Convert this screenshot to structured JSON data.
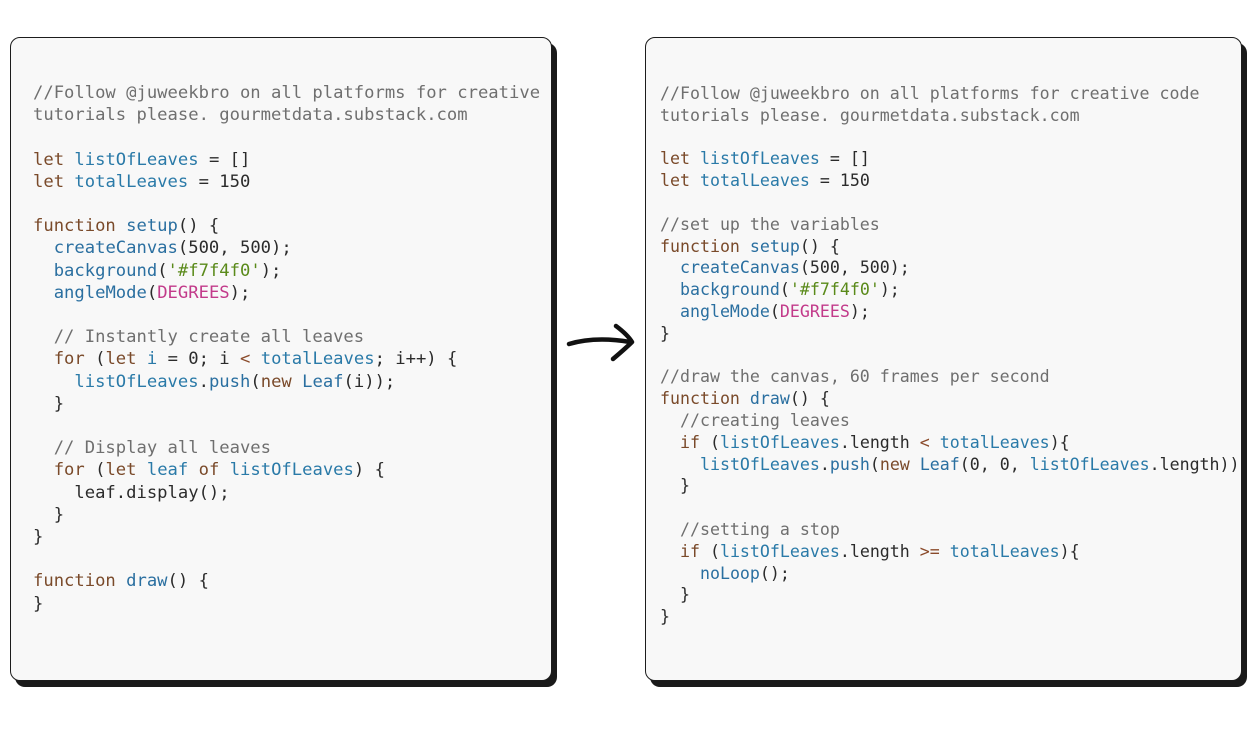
{
  "left_panel": {
    "lines": [
      [
        {
          "t": "//Follow @juweekbro on all platforms for creative",
          "c": "comment"
        }
      ],
      [
        {
          "t": "tutorials please. gourmetdata.substack.com",
          "c": "comment"
        }
      ],
      [],
      [
        {
          "t": "let ",
          "c": "kw"
        },
        {
          "t": "listOfLeaves",
          "c": "var"
        },
        {
          "t": " = []",
          "c": "plain"
        }
      ],
      [
        {
          "t": "let ",
          "c": "kw"
        },
        {
          "t": "totalLeaves",
          "c": "var"
        },
        {
          "t": " = 150",
          "c": "plain"
        }
      ],
      [],
      [
        {
          "t": "function ",
          "c": "kw"
        },
        {
          "t": "setup",
          "c": "fn"
        },
        {
          "t": "() {",
          "c": "plain"
        }
      ],
      [
        {
          "t": "  ",
          "c": "plain"
        },
        {
          "t": "createCanvas",
          "c": "fn"
        },
        {
          "t": "(500, 500);",
          "c": "plain"
        }
      ],
      [
        {
          "t": "  ",
          "c": "plain"
        },
        {
          "t": "background",
          "c": "fn"
        },
        {
          "t": "(",
          "c": "plain"
        },
        {
          "t": "'#f7f4f0'",
          "c": "str"
        },
        {
          "t": ");",
          "c": "plain"
        }
      ],
      [
        {
          "t": "  ",
          "c": "plain"
        },
        {
          "t": "angleMode",
          "c": "fn"
        },
        {
          "t": "(",
          "c": "plain"
        },
        {
          "t": "DEGREES",
          "c": "const"
        },
        {
          "t": ");",
          "c": "plain"
        }
      ],
      [],
      [
        {
          "t": "  // Instantly create all leaves",
          "c": "comment"
        }
      ],
      [
        {
          "t": "  ",
          "c": "plain"
        },
        {
          "t": "for",
          "c": "kw"
        },
        {
          "t": " (",
          "c": "plain"
        },
        {
          "t": "let",
          "c": "kw"
        },
        {
          "t": " ",
          "c": "plain"
        },
        {
          "t": "i",
          "c": "var"
        },
        {
          "t": " = 0; i ",
          "c": "plain"
        },
        {
          "t": "<",
          "c": "op"
        },
        {
          "t": " ",
          "c": "plain"
        },
        {
          "t": "totalLeaves",
          "c": "var"
        },
        {
          "t": "; i++) {",
          "c": "plain"
        }
      ],
      [
        {
          "t": "    ",
          "c": "plain"
        },
        {
          "t": "listOfLeaves",
          "c": "var"
        },
        {
          "t": ".",
          "c": "plain"
        },
        {
          "t": "push",
          "c": "fn"
        },
        {
          "t": "(",
          "c": "plain"
        },
        {
          "t": "new",
          "c": "kw"
        },
        {
          "t": " ",
          "c": "plain"
        },
        {
          "t": "Leaf",
          "c": "fn"
        },
        {
          "t": "(i));",
          "c": "plain"
        }
      ],
      [
        {
          "t": "  }",
          "c": "plain"
        }
      ],
      [],
      [
        {
          "t": "  // Display all leaves",
          "c": "comment"
        }
      ],
      [
        {
          "t": "  ",
          "c": "plain"
        },
        {
          "t": "for",
          "c": "kw"
        },
        {
          "t": " (",
          "c": "plain"
        },
        {
          "t": "let",
          "c": "kw"
        },
        {
          "t": " ",
          "c": "plain"
        },
        {
          "t": "leaf",
          "c": "var"
        },
        {
          "t": " ",
          "c": "plain"
        },
        {
          "t": "of",
          "c": "kw"
        },
        {
          "t": " ",
          "c": "plain"
        },
        {
          "t": "listOfLeaves",
          "c": "var"
        },
        {
          "t": ") {",
          "c": "plain"
        }
      ],
      [
        {
          "t": "    leaf.display();",
          "c": "plain"
        }
      ],
      [
        {
          "t": "  }",
          "c": "plain"
        }
      ],
      [
        {
          "t": "}",
          "c": "plain"
        }
      ],
      [],
      [
        {
          "t": "function ",
          "c": "kw"
        },
        {
          "t": "draw",
          "c": "fn"
        },
        {
          "t": "() {",
          "c": "plain"
        }
      ],
      [
        {
          "t": "}",
          "c": "plain"
        }
      ]
    ]
  },
  "right_panel": {
    "lines": [
      [
        {
          "t": "//Follow @juweekbro on all platforms for creative code",
          "c": "comment"
        }
      ],
      [
        {
          "t": "tutorials please. gourmetdata.substack.com",
          "c": "comment"
        }
      ],
      [],
      [
        {
          "t": "let ",
          "c": "kw"
        },
        {
          "t": "listOfLeaves",
          "c": "var"
        },
        {
          "t": " = []",
          "c": "plain"
        }
      ],
      [
        {
          "t": "let ",
          "c": "kw"
        },
        {
          "t": "totalLeaves",
          "c": "var"
        },
        {
          "t": " = 150",
          "c": "plain"
        }
      ],
      [],
      [
        {
          "t": "//set up the variables",
          "c": "comment"
        }
      ],
      [
        {
          "t": "function ",
          "c": "kw"
        },
        {
          "t": "setup",
          "c": "fn"
        },
        {
          "t": "() {",
          "c": "plain"
        }
      ],
      [
        {
          "t": "  ",
          "c": "plain"
        },
        {
          "t": "createCanvas",
          "c": "fn"
        },
        {
          "t": "(500, 500);",
          "c": "plain"
        }
      ],
      [
        {
          "t": "  ",
          "c": "plain"
        },
        {
          "t": "background",
          "c": "fn"
        },
        {
          "t": "(",
          "c": "plain"
        },
        {
          "t": "'#f7f4f0'",
          "c": "str"
        },
        {
          "t": ");",
          "c": "plain"
        }
      ],
      [
        {
          "t": "  ",
          "c": "plain"
        },
        {
          "t": "angleMode",
          "c": "fn"
        },
        {
          "t": "(",
          "c": "plain"
        },
        {
          "t": "DEGREES",
          "c": "const"
        },
        {
          "t": ");",
          "c": "plain"
        }
      ],
      [
        {
          "t": "}",
          "c": "plain"
        }
      ],
      [],
      [
        {
          "t": "//draw the canvas, 60 frames per second",
          "c": "comment"
        }
      ],
      [
        {
          "t": "function ",
          "c": "kw"
        },
        {
          "t": "draw",
          "c": "fn"
        },
        {
          "t": "() {",
          "c": "plain"
        }
      ],
      [
        {
          "t": "  //creating leaves",
          "c": "comment"
        }
      ],
      [
        {
          "t": "  ",
          "c": "plain"
        },
        {
          "t": "if",
          "c": "kw"
        },
        {
          "t": " (",
          "c": "plain"
        },
        {
          "t": "listOfLeaves",
          "c": "var"
        },
        {
          "t": ".length ",
          "c": "plain"
        },
        {
          "t": "<",
          "c": "op"
        },
        {
          "t": " ",
          "c": "plain"
        },
        {
          "t": "totalLeaves",
          "c": "var"
        },
        {
          "t": "){",
          "c": "plain"
        }
      ],
      [
        {
          "t": "    ",
          "c": "plain"
        },
        {
          "t": "listOfLeaves",
          "c": "var"
        },
        {
          "t": ".",
          "c": "plain"
        },
        {
          "t": "push",
          "c": "fn"
        },
        {
          "t": "(",
          "c": "plain"
        },
        {
          "t": "new",
          "c": "kw"
        },
        {
          "t": " ",
          "c": "plain"
        },
        {
          "t": "Leaf",
          "c": "fn"
        },
        {
          "t": "(0, 0, ",
          "c": "plain"
        },
        {
          "t": "listOfLeaves",
          "c": "var"
        },
        {
          "t": ".length))",
          "c": "plain"
        }
      ],
      [
        {
          "t": "  }",
          "c": "plain"
        }
      ],
      [],
      [
        {
          "t": "  //setting a stop",
          "c": "comment"
        }
      ],
      [
        {
          "t": "  ",
          "c": "plain"
        },
        {
          "t": "if",
          "c": "kw"
        },
        {
          "t": " (",
          "c": "plain"
        },
        {
          "t": "listOfLeaves",
          "c": "var"
        },
        {
          "t": ".length ",
          "c": "plain"
        },
        {
          "t": ">=",
          "c": "op"
        },
        {
          "t": " ",
          "c": "plain"
        },
        {
          "t": "totalLeaves",
          "c": "var"
        },
        {
          "t": "){",
          "c": "plain"
        }
      ],
      [
        {
          "t": "    ",
          "c": "plain"
        },
        {
          "t": "noLoop",
          "c": "fn"
        },
        {
          "t": "();",
          "c": "plain"
        }
      ],
      [
        {
          "t": "  }",
          "c": "plain"
        }
      ],
      [
        {
          "t": "}",
          "c": "plain"
        }
      ]
    ]
  },
  "arrow": {
    "icon": "right-arrow-icon"
  },
  "colors": {
    "background": "#ffffff",
    "panel": "#f8f8f8",
    "comment": "#6f6f6f",
    "keyword": "#7a4a2a",
    "variable": "#2a7aa8",
    "function": "#2a6fa0",
    "string": "#5a8a1a",
    "constant": "#c23a8a"
  }
}
